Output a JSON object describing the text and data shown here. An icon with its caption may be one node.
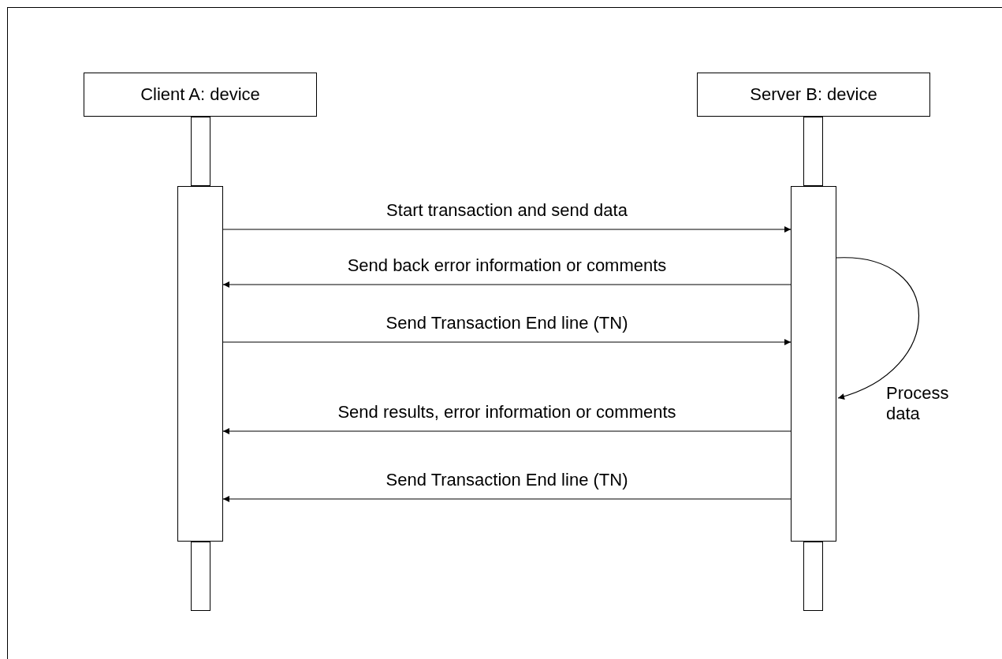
{
  "diagram": {
    "nodes": [
      {
        "text": [
          "Client A: device"
        ]
      },
      {
        "text": [
          "Server B: device"
        ]
      },
      {
        "text": [],
        "shape": "bar"
      },
      {
        "text": [],
        "shape": "bar"
      },
      {
        "text": [],
        "shape": "bar"
      },
      {
        "text": [],
        "shape": "bar"
      },
      {
        "text": [],
        "shape": "bar"
      },
      {
        "text": [],
        "shape": "bar"
      }
    ],
    "edges": [
      {
        "from": 3,
        "to": 6,
        "arrow": "to",
        "label": "Start transaction and send data"
      },
      {
        "from": 6,
        "to": 3,
        "arrow": "to",
        "label": "Send back error information or comments"
      },
      {
        "from": 3,
        "to": 6,
        "arrow": "to",
        "label": "Send Transaction End line (TN)"
      },
      {
        "from": 6,
        "to": 6,
        "arrow": "to",
        "label": "Process data"
      },
      {
        "from": 6,
        "to": 3,
        "arrow": "to",
        "label": "Send results, error information or comments"
      },
      {
        "from": 6,
        "to": 3,
        "arrow": "to",
        "label": "Send Transaction End line (TN)"
      }
    ]
  }
}
